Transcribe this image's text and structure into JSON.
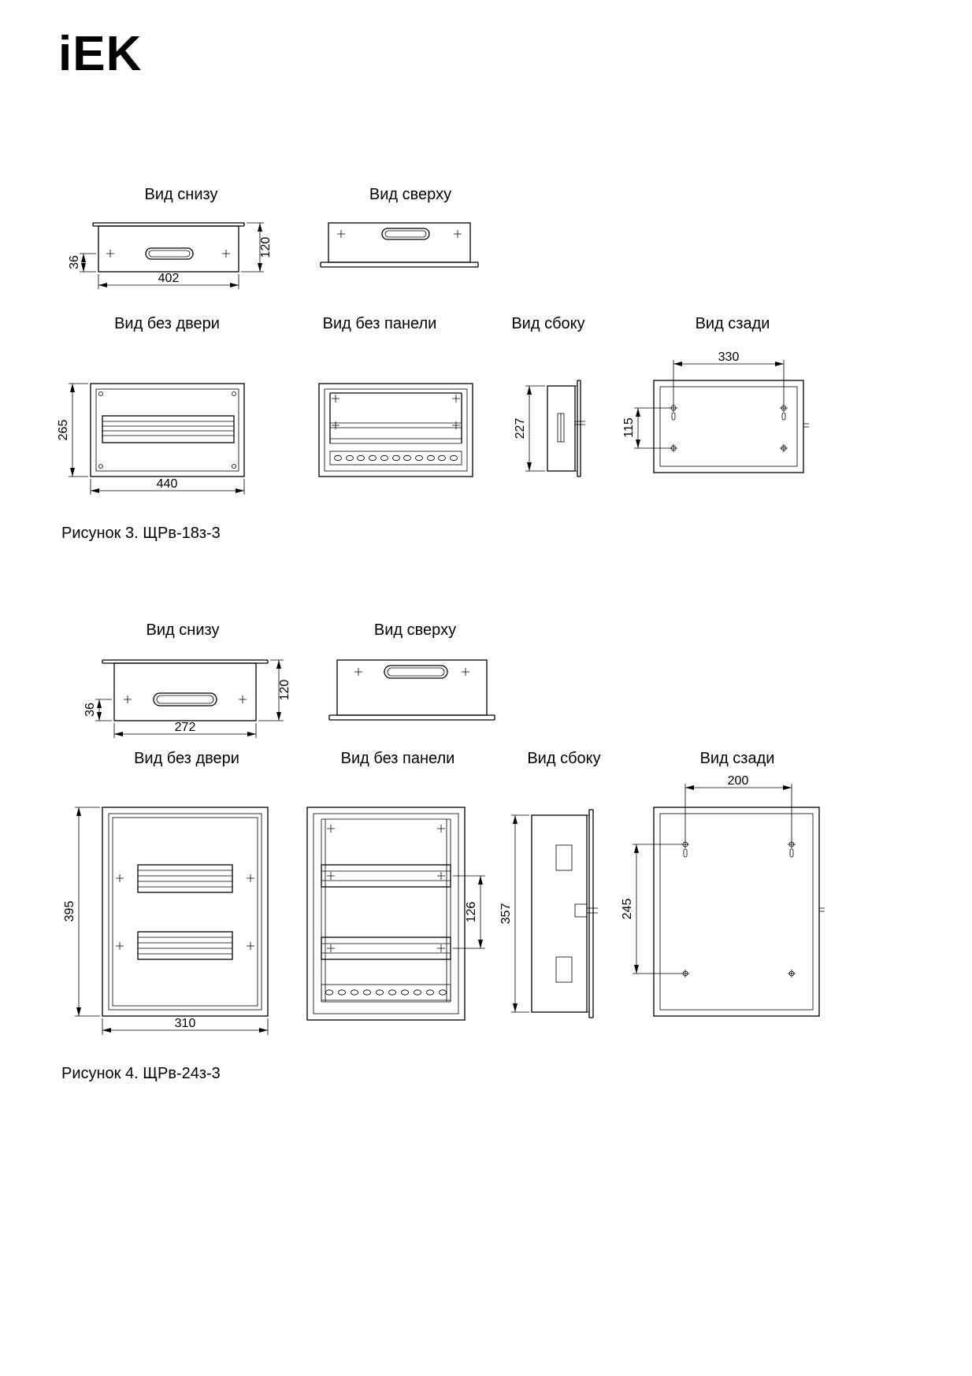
{
  "page": {
    "logo_text": "iEK"
  },
  "fig3": {
    "caption": "Рисунок 3. ЩРв-18з-3",
    "titles": {
      "bottom": "Вид снизу",
      "top": "Вид сверху",
      "front": "Вид без двери",
      "panel": "Вид без панели",
      "side": "Вид сбоку",
      "rear": "Вид сзади"
    },
    "dims": {
      "bottom_offset": "36",
      "bottom_width": "402",
      "bottom_depth": "120",
      "front_height": "265",
      "front_width": "440",
      "side_height": "227",
      "rear_hole_span": "330",
      "rear_hole_height": "115"
    }
  },
  "fig4": {
    "caption": "Рисунок 4. ЩРв-24з-3",
    "titles": {
      "bottom": "Вид снизу",
      "top": "Вид сверху",
      "front": "Вид без двери",
      "panel": "Вид без панели",
      "side": "Вид сбоку",
      "rear": "Вид сзади"
    },
    "dims": {
      "bottom_offset": "36",
      "bottom_width": "272",
      "bottom_depth": "120",
      "front_height": "395",
      "front_width": "310",
      "rail_spacing": "126",
      "side_height": "357",
      "rear_hole_span": "200",
      "rear_hole_height": "245"
    }
  }
}
